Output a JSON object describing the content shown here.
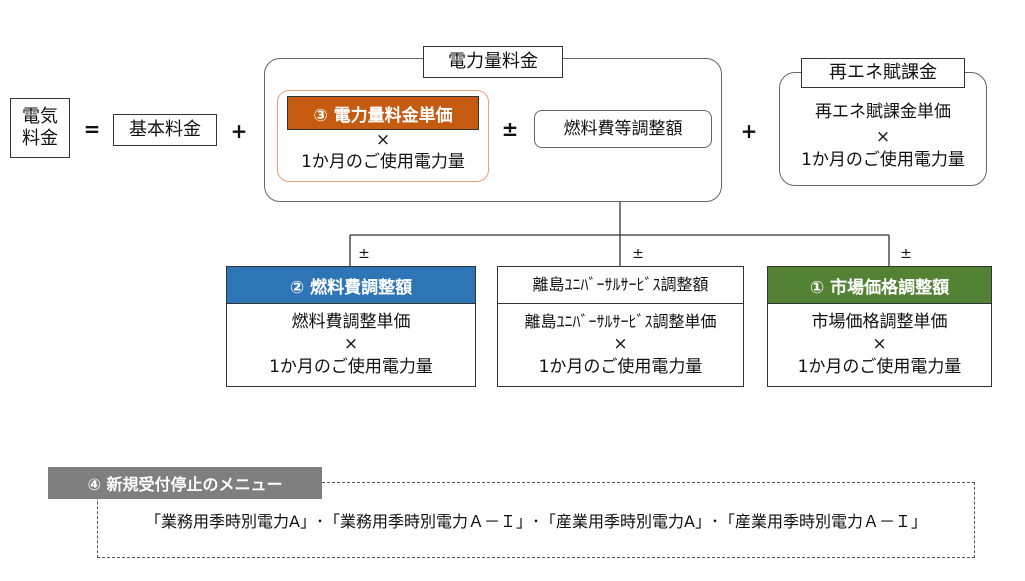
{
  "formula": {
    "total": {
      "line1": "電気",
      "line2": "料金"
    },
    "eq": "=",
    "base": "基本料金",
    "plus1": "+",
    "plus2": "+"
  },
  "energy_group": {
    "title": "電力量料金",
    "unit_price": {
      "title": "③ 電力量料金単価",
      "times": "×",
      "usage": "1か月のご使用電力量"
    },
    "pm": "±",
    "fuel_adjust": "燃料費等調整額"
  },
  "renewable": {
    "title": "再エネ賦課金",
    "line1": "再エネ賦課金単価",
    "times": "×",
    "usage": "1か月のご使用電力量"
  },
  "adjustments": [
    {
      "sign": "±",
      "title": "② 燃料費調整額",
      "line1": "燃料費調整単価",
      "times": "×",
      "usage": "1か月のご使用電力量"
    },
    {
      "sign": "±",
      "title": "離島ﾕﾆﾊﾞｰｻﾙｻｰﾋﾞｽ調整額",
      "line1": "離島ﾕﾆﾊﾞｰｻﾙｻｰﾋﾞｽ調整単価",
      "times": "×",
      "usage": "1か月のご使用電力量"
    },
    {
      "sign": "±",
      "title": "① 市場価格調整額",
      "line1": "市場価格調整単価",
      "times": "×",
      "usage": "1か月のご使用電力量"
    }
  ],
  "note": {
    "title": "④ 新規受付停止のメニュー",
    "text": "「業務用季時別電力A」･「業務用季時別電力Ａ－Ｉ」･「産業用季時別電力A」･「産業用季時別電力Ａ－Ｉ」"
  },
  "colors": {
    "orange": "#c55a11",
    "blue": "#2e75b6",
    "green": "#548235",
    "gray": "#7f7f7f"
  }
}
